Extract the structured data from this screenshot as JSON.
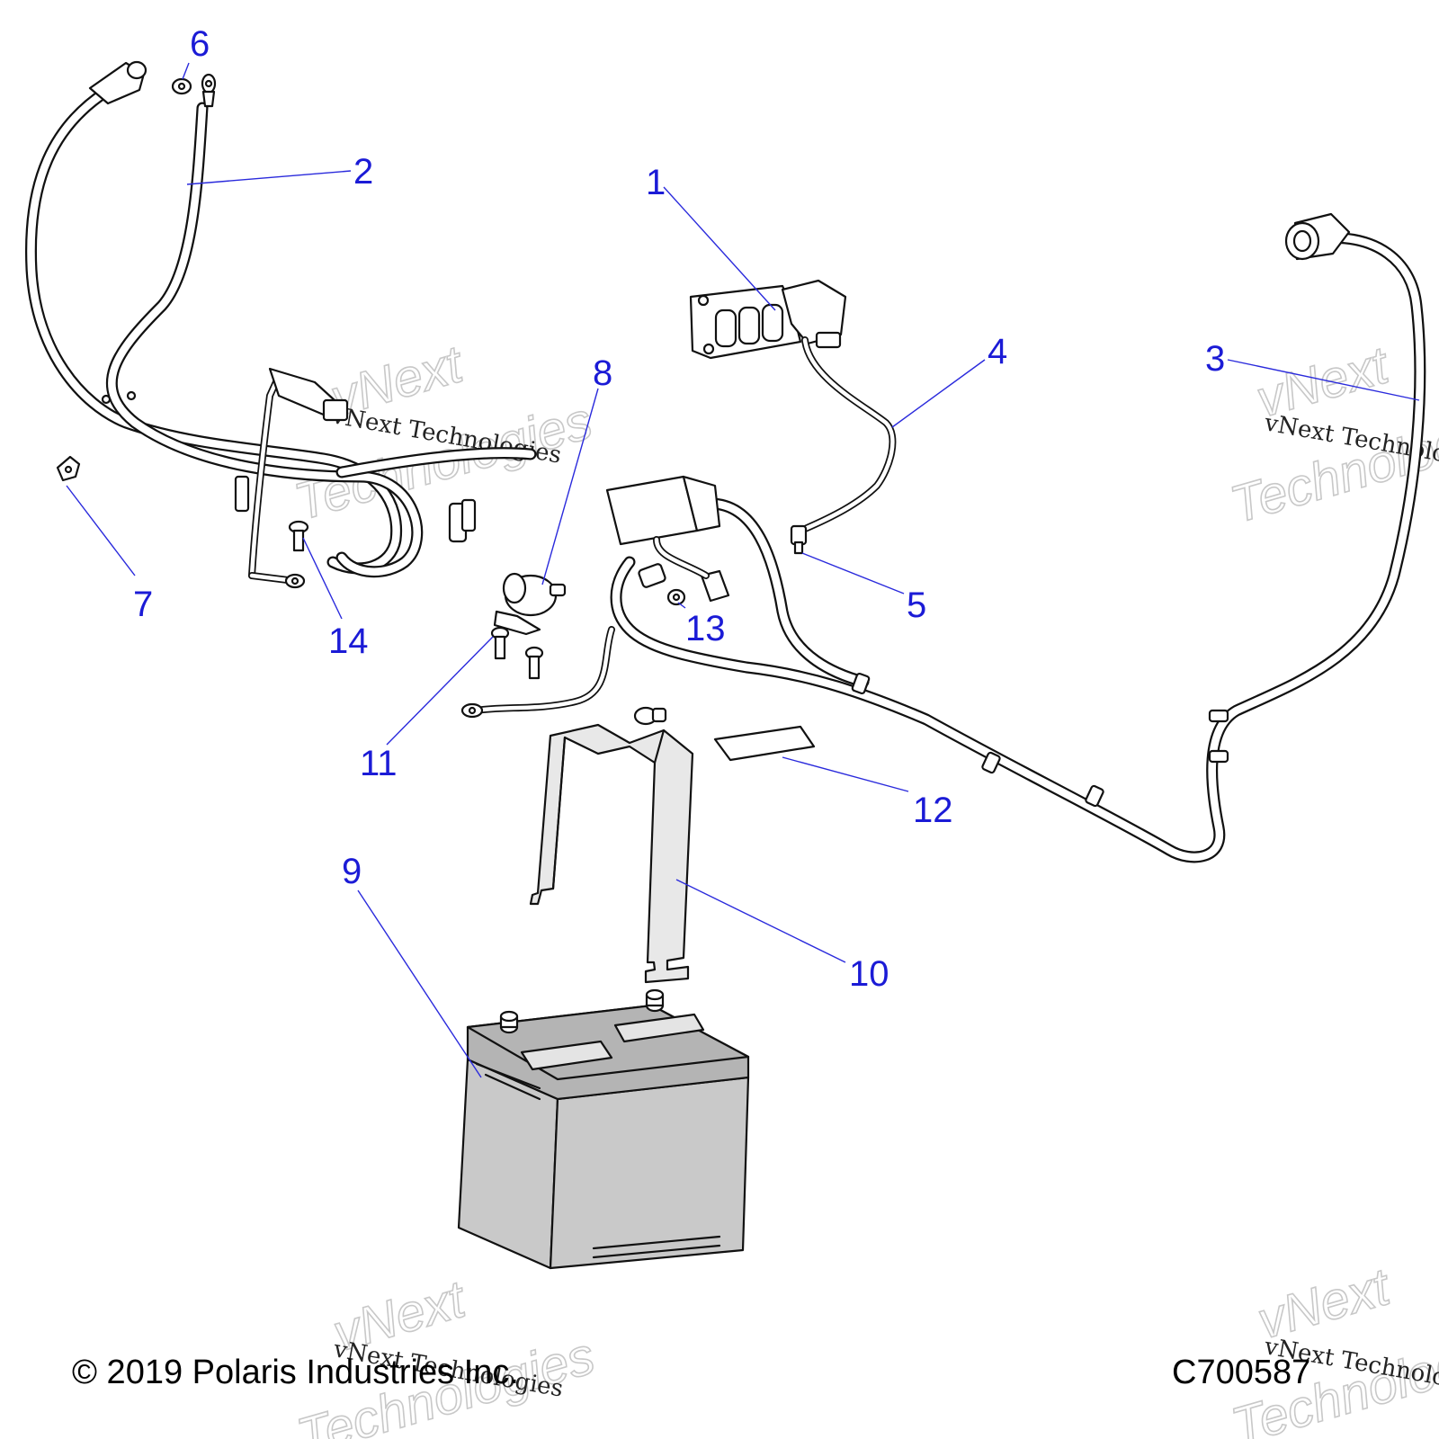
{
  "callouts": [
    "1",
    "2",
    "3",
    "4",
    "5",
    "6",
    "7",
    "8",
    "9",
    "10",
    "11",
    "12",
    "13",
    "14"
  ],
  "copyright": "© 2019 Polaris Industries Inc.",
  "drawing_number": "C700587",
  "watermark": {
    "brand": "vNext",
    "suffix": "Technologies",
    "full": "vNext Technologies"
  },
  "colors": {
    "callout": "#1b1bd6",
    "leader": "#2a2adc",
    "battery_body": "#c9c9c9",
    "battery_top": "#b4b4b4",
    "watermark": "#c8c8c8"
  }
}
